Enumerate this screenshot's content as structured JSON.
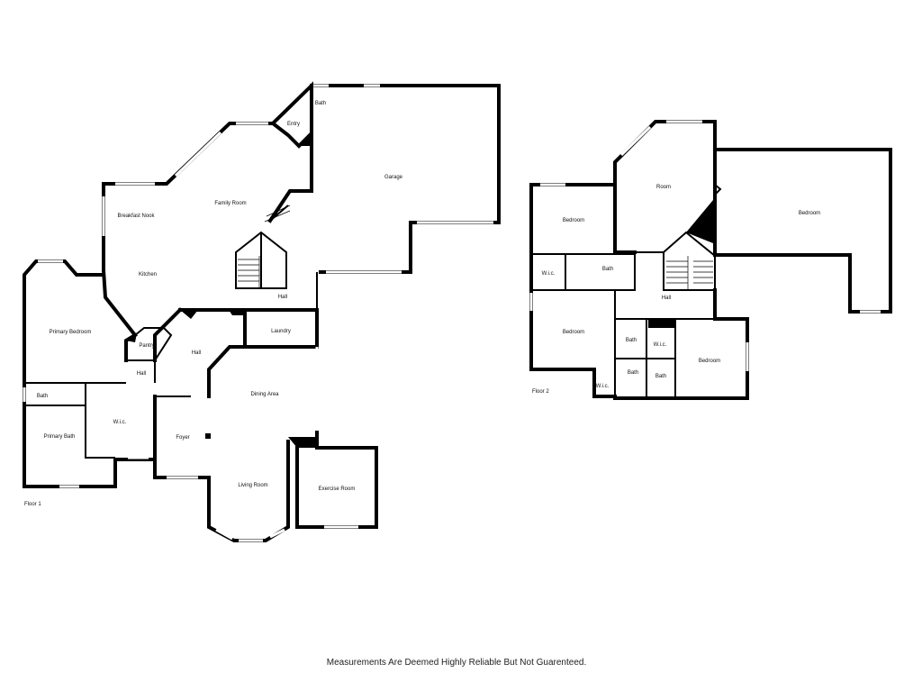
{
  "floor1": {
    "label": "Floor 1",
    "rooms": {
      "bath_entry": "Bath",
      "entry": "Entry",
      "garage": "Garage",
      "family_room": "Family Room",
      "breakfast_nook": "Breakfast Nook",
      "kitchen": "Kitchen",
      "primary_bedroom": "Primary Bedroom",
      "pantry": "Pantry",
      "hall_upper": "Hall",
      "hall_center": "Hall",
      "hall_left": "Hall",
      "laundry": "Laundry",
      "dining_area": "Dining Area",
      "bath_primary": "Bath",
      "wic": "W.i.c.",
      "primary_bath": "Primary Bath",
      "foyer": "Foyer",
      "living_room": "Living Room",
      "exercise_room": "Exercise Room"
    }
  },
  "floor2": {
    "label": "Floor 2",
    "rooms": {
      "room": "Room",
      "bedroom_big": "Bedroom",
      "bedroom_left": "Bedroom",
      "wic_left": "W.i.c.",
      "bath_top": "Bath",
      "hall": "Hall",
      "bedroom_lower": "Bedroom",
      "bath_mid1": "Bath",
      "wic_mid": "W.i.c.",
      "bedroom_right": "Bedroom",
      "bath_mid2": "Bath",
      "bath_mid3": "Bath",
      "wic_bottom": "W.i.c."
    }
  },
  "disclaimer": "Measurements Are Deemed Highly Reliable But Not Guarenteed."
}
